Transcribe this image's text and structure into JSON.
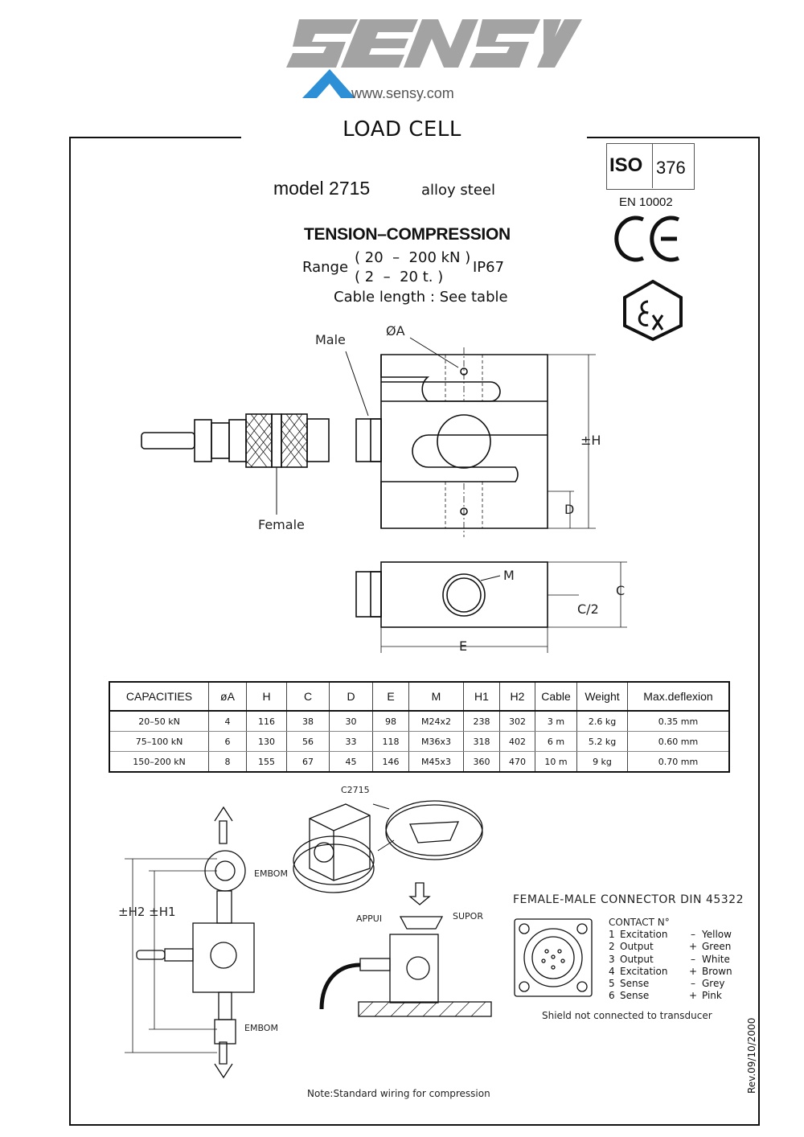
{
  "brand": {
    "logo_text": "SENSY",
    "url": "www.sensy.com",
    "color": "#a3a3a3",
    "accent": "#2d8fd5"
  },
  "title": "LOAD CELL",
  "model": {
    "label": "model 2715",
    "material": "alloy steel"
  },
  "type": "TENSION–COMPRESSION",
  "range": {
    "label": "Range",
    "line1": "( 20  –  200 kN )",
    "line2": "( 2  –  20 t. )",
    "protection": "IP67"
  },
  "cable_note": "Cable length : See table",
  "certs": {
    "iso": "ISO",
    "iso_number": "376",
    "en": "EN 10002",
    "ce": "CE",
    "ex": "Ex"
  },
  "drawing_labels": {
    "male": "Male",
    "female": "Female",
    "diam_a": "ØA",
    "h": "±H",
    "d": "D",
    "m": "M",
    "c": "C",
    "c2": "C/2",
    "e": "E"
  },
  "table": {
    "headers": [
      "CAPACITIES",
      "øA",
      "H",
      "C",
      "D",
      "E",
      "M",
      "H1",
      "H2",
      "Cable",
      "Weight",
      "Max.deflexion"
    ],
    "rows": [
      [
        "20–50  kN",
        "4",
        "116",
        "38",
        "30",
        "98",
        "M24x2",
        "238",
        "302",
        "3  m",
        "2.6   kg",
        "0.35  mm"
      ],
      [
        "75–100  kN",
        "6",
        "130",
        "56",
        "33",
        "118",
        "M36x3",
        "318",
        "402",
        "6  m",
        "5.2   kg",
        "0.60  mm"
      ],
      [
        "150–200  kN",
        "8",
        "155",
        "67",
        "45",
        "146",
        "M45x3",
        "360",
        "470",
        "10  m",
        "9   kg",
        "0.70  mm"
      ]
    ]
  },
  "bottom_labels": {
    "c2715": "C2715",
    "embom_top": "EMBOM",
    "embom_bottom": "EMBOM",
    "h2h1": "±H2 ±H1",
    "appui": "APPUI",
    "supor": "SUPOR",
    "note": "Note:Standard wiring for compression"
  },
  "connector": {
    "title": "FEMALE-MALE CONNECTOR DIN 45322",
    "contact_header": "CONTACT N°",
    "pins": [
      [
        "1",
        "Excitation",
        "–",
        "Yellow"
      ],
      [
        "2",
        "Output",
        "+",
        "Green"
      ],
      [
        "3",
        "Output",
        "–",
        "White"
      ],
      [
        "4",
        "Excitation",
        "+",
        "Brown"
      ],
      [
        "5",
        "Sense",
        "–",
        "Grey"
      ],
      [
        "6",
        "Sense",
        "+",
        "Pink"
      ]
    ],
    "shield_note": "Shield not connected to transducer"
  },
  "revision": "Rev.09/10/2000"
}
